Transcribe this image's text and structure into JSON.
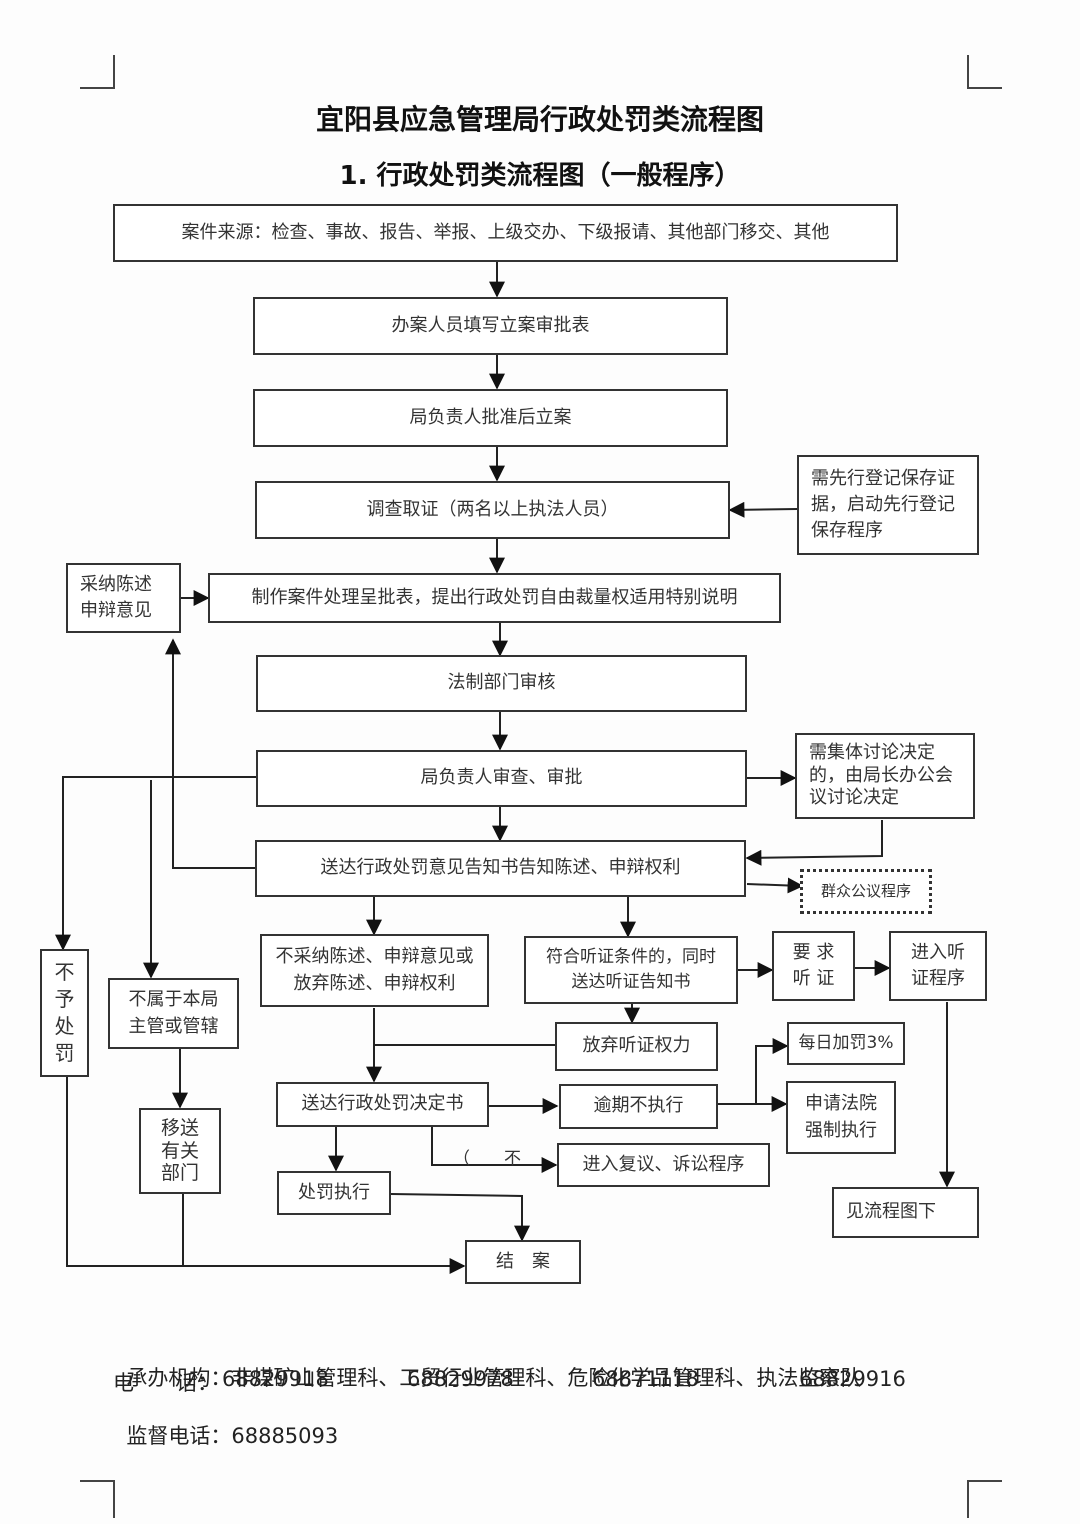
{
  "title": "宜阳县应急管理局行政处罚类流程图",
  "subtitle": "1. 行政处罚类流程图（一般程序）",
  "nodes": {
    "case_source": "案件来源：检查、事故、报告、举报、上级交办、下级报请、其他部门移交、其他",
    "fill_form": "办案人员填写立案审批表",
    "approve_filing": "局负责人批准后立案",
    "investigate": "调查取证（两名以上执法人员）",
    "preserve_evidence": "需先行登记保存证据，启动先行登记保存程序",
    "prepare_report": "制作案件处理呈批表，提出行政处罚自由裁量权适用特别说明",
    "adopt_defense": "采纳陈述申辩意见",
    "legal_review": "法制部门审核",
    "leader_review": "局负责人审查、审批",
    "collective_decision": "需集体讨论决定的，由局长办公会议讨论决定",
    "deliver_notice": "送达行政处罚意见告知书告知陈述、申辩权利",
    "public_review": "群众公议程序",
    "not_adopt": "不采纳陈述、申辩意见或放弃陈述、申辩权利",
    "hearing_eligible": "符合听证条件的，同时送达听证告知书",
    "request_hearing": "要 求 听 证",
    "enter_hearing": "进入听证程序",
    "waive_hearing": "放弃听证权力",
    "daily_penalty": "每日加罚3%",
    "deliver_decision": "送达行政处罚决定书",
    "overdue": "逾期不执行",
    "court_enforce": "申请法院强制执行",
    "no_penalty": "不予处罚",
    "not_jurisdiction": "不属于本局主管或管辖",
    "transfer": "移送有关部门",
    "review_litigation": "进入复议、诉讼程序",
    "execute_penalty": "处罚执行",
    "see_chart_below": "见流程图下",
    "close_case": "结　案",
    "partial_label": "（　　不"
  },
  "footer": {
    "org_label": "承办机构：",
    "org_value": "非煤矿山管理科、工贸行业管理科、危险化学品管理科、执法监察队",
    "phone_label": "电　　话：",
    "phones": [
      "68829918",
      "68829978",
      "68871118",
      "68829916"
    ],
    "supervise_label": "监督电话：",
    "supervise_value": "68885093"
  }
}
